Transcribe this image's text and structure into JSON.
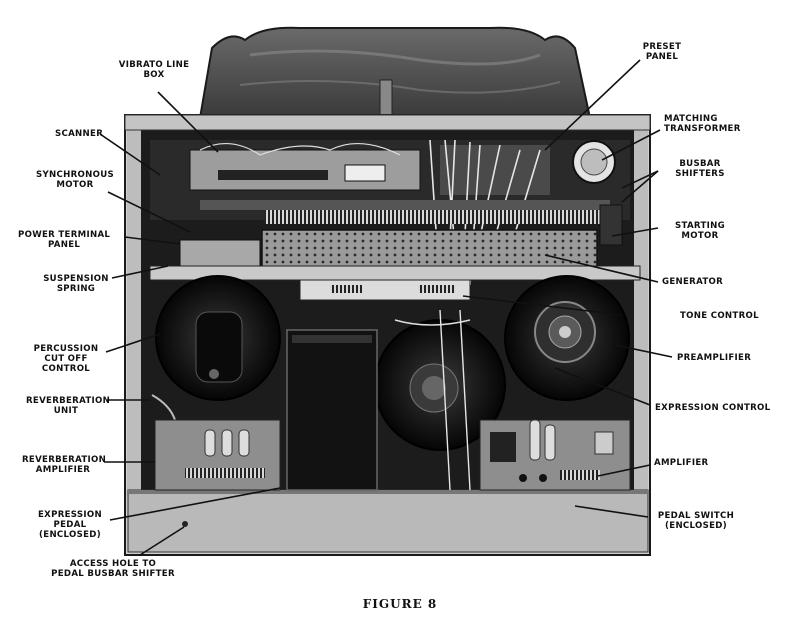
{
  "labels": {
    "vibrato_line_box": [
      "VIBRATO LINE",
      "BOX"
    ],
    "preset_panel": [
      "PRESET",
      "PANEL"
    ],
    "scanner": "SCANNER",
    "matching_transformer": [
      "MATCHING",
      "TRANSFORMER"
    ],
    "synchronous_motor": [
      "SYNCHRONOUS",
      "MOTOR"
    ],
    "busbar_shifters": [
      "BUSBAR",
      "SHIFTERS"
    ],
    "power_terminal_panel": [
      "POWER TERMINAL",
      "PANEL"
    ],
    "starting_motor": [
      "STARTING",
      "MOTOR"
    ],
    "suspension_spring": [
      "SUSPENSION",
      "SPRING"
    ],
    "generator": "GENERATOR",
    "tone_control": "TONE CONTROL",
    "percussion_cut_off_control": [
      "PERCUSSION",
      "CUT OFF",
      "CONTROL"
    ],
    "preamplifier": "PREAMPLIFIER",
    "reverberation_unit": [
      "REVERBERATION",
      "UNIT"
    ],
    "expression_control": "EXPRESSION CONTROL",
    "reverberation_amplifier": [
      "REVERBERATION",
      "AMPLIFIER"
    ],
    "amplifier": "AMPLIFIER",
    "expression_pedal": [
      "EXPRESSION",
      "PEDAL",
      "(ENCLOSED)"
    ],
    "pedal_switch": [
      "PEDAL SWITCH",
      "(ENCLOSED)"
    ],
    "access_hole": [
      "ACCESS HOLE TO",
      "PEDAL BUSBAR SHIFTER"
    ]
  },
  "caption": "FIGURE 8"
}
